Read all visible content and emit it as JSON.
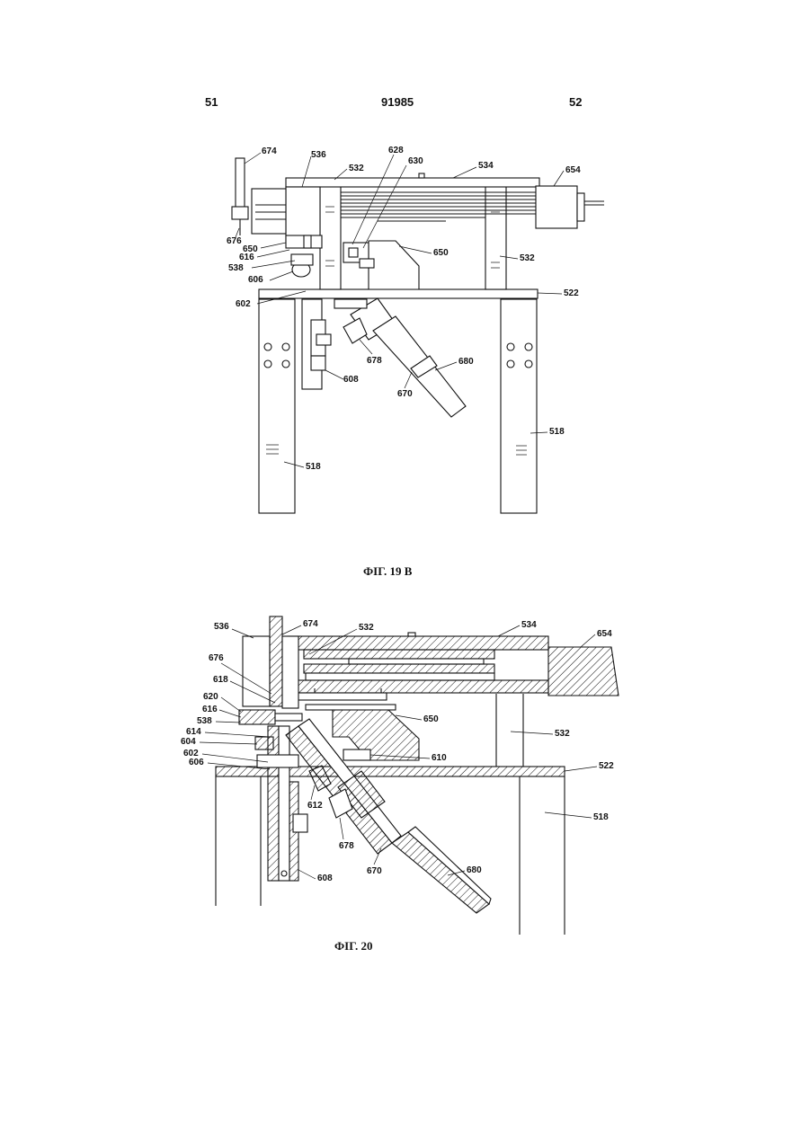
{
  "header": {
    "page_left": "51",
    "doc_number": "91985",
    "page_right": "52"
  },
  "figure_19b": {
    "caption": "ФІГ. 19 В",
    "labels": {
      "l674": "674",
      "l536": "536",
      "l532a": "532",
      "l628": "628",
      "l630": "630",
      "l534": "534",
      "l654": "654",
      "l676": "676",
      "l650a": "650",
      "l616": "616",
      "l650b": "650",
      "l538": "538",
      "l532b": "532",
      "l606": "606",
      "l602": "602",
      "l522": "522",
      "l678": "678",
      "l680": "680",
      "l608": "608",
      "l670": "670",
      "l518a": "518",
      "l518b": "518"
    }
  },
  "figure_20": {
    "caption": "ФІГ. 20",
    "labels": {
      "l536": "536",
      "l674": "674",
      "l532a": "532",
      "l534": "534",
      "l654": "654",
      "l676": "676",
      "l618": "618",
      "l620": "620",
      "l616": "616",
      "l650": "650",
      "l538": "538",
      "l532b": "532",
      "l614": "614",
      "l604": "604",
      "l610": "610",
      "l602": "602",
      "l522": "522",
      "l606": "606",
      "l612": "612",
      "l518": "518",
      "l678": "678",
      "l680": "680",
      "l670": "670",
      "l608": "608"
    }
  }
}
